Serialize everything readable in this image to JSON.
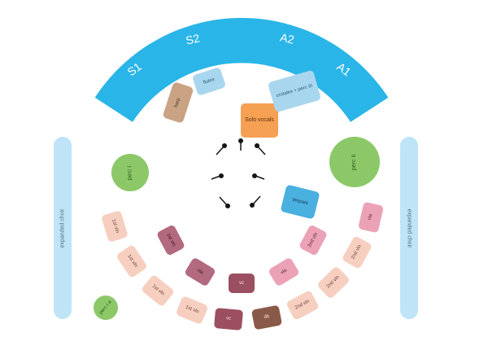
{
  "diagram": {
    "choir_arc": {
      "sections": [
        "S1",
        "S2",
        "A2",
        "A1"
      ],
      "color": "#2ab5e8"
    },
    "wings": {
      "left": "expanded choir",
      "right": "expanded choir",
      "color": "#bfe4f7"
    },
    "instruments": {
      "harp": "harp",
      "flutes": "flutes",
      "solo_vocals": "Solo vocals",
      "crotales": "crotales + perc III",
      "timpani": "timpani",
      "perc_i": "perc I",
      "perc_ii": "perc II",
      "perc_i_a": "perc I a"
    },
    "strings": {
      "outer": [
        "1st vln",
        "1st vln",
        "1st vln",
        "1st vln",
        "vc",
        "db",
        "2nd vln",
        "2nd vln",
        "2nd vln",
        "vla"
      ],
      "inner": [
        "1st vln",
        "vla",
        "vc",
        "vla",
        "2nd vln"
      ]
    },
    "icons": {
      "microphone": "microphone-stand"
    },
    "colors": {
      "choir": "#2ab5e8",
      "wing": "#bfe4f7",
      "light_blue_box": "#a9d6ef",
      "blue_box": "#49b0e0",
      "orange": "#f5a053",
      "tan": "#c9a384",
      "green": "#8cc868",
      "violin_light": "#f6cfc0",
      "pink": "#eba2b6",
      "rose_dark": "#b26a7e",
      "maroon": "#9c4f60",
      "brown": "#8a5a48"
    }
  }
}
